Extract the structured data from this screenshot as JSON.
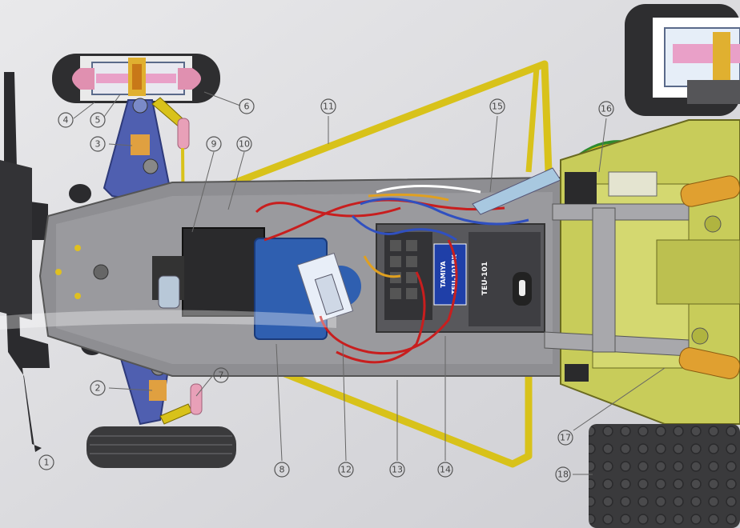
{
  "diagram": {
    "callouts": [
      "1",
      "2",
      "3",
      "4",
      "5",
      "6",
      "7",
      "8",
      "9",
      "10",
      "11",
      "12",
      "13",
      "14",
      "15",
      "16",
      "17",
      "18"
    ],
    "esc_label": {
      "brand": "TAMIYA",
      "model": "TEU-101BK",
      "side_text": "TEU-101"
    }
  },
  "colors": {
    "background": "#dcdcdf",
    "chassis": "#8a8a8c",
    "roll_cage": "#d8c21a",
    "suspension_arms": "#4f5fb0",
    "gearbox": "#c8cc5a",
    "battery": "#2f5fb0",
    "wire_red": "#c81e1e",
    "wire_blue": "#3050c0",
    "wire_yellow": "#e0a020",
    "tire": "#3a3a3c"
  }
}
